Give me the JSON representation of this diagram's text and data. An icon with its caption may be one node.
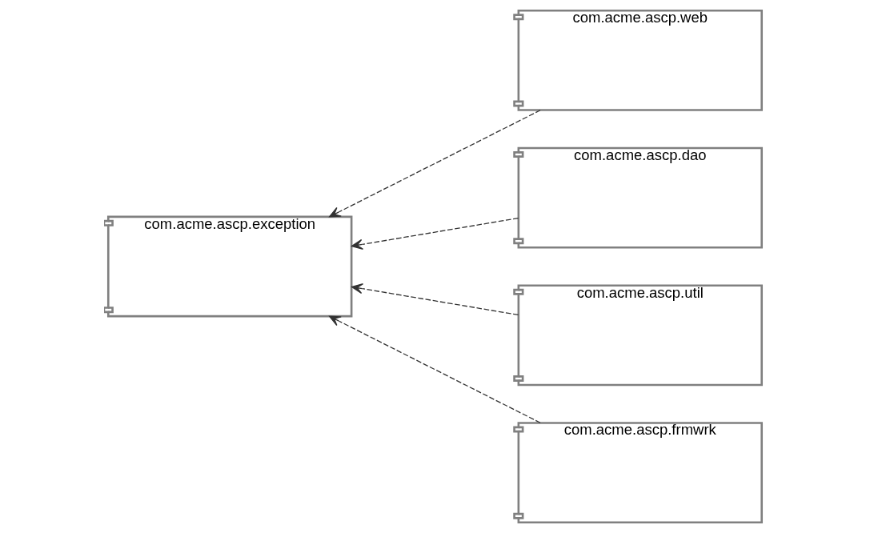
{
  "diagram": {
    "nodes": [
      {
        "text": [
          "com.acme.ascp.exception"
        ]
      },
      {
        "text": [
          "com.acme.ascp.web"
        ]
      },
      {
        "text": [
          "com.acme.ascp.dao"
        ]
      },
      {
        "text": [
          "com.acme.ascp.util"
        ]
      },
      {
        "text": [
          "com.acme.ascp.frmwrk"
        ]
      }
    ],
    "edges": [
      {
        "from": 1,
        "to": 0,
        "arrow": "to",
        "style": "dashed"
      },
      {
        "from": 2,
        "to": 0,
        "arrow": "to",
        "style": "dashed"
      },
      {
        "from": 3,
        "to": 0,
        "arrow": "to",
        "style": "dashed"
      },
      {
        "from": 4,
        "to": 0,
        "arrow": "to",
        "style": "dashed"
      }
    ]
  }
}
